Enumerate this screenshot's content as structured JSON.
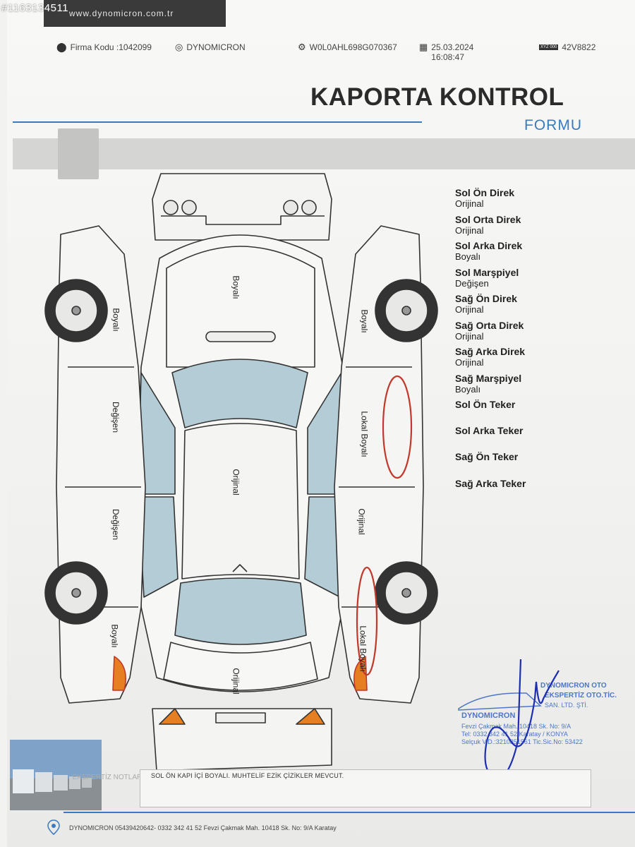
{
  "watermark_id": "#1163134511",
  "header": {
    "website": "www.dynomicron.com.tr",
    "firma_kodu": "Firma Kodu :1042099",
    "company": "DYNOMICRON",
    "vin": "W0L0AHL698G070367",
    "date": "25.03.2024",
    "time": "16:08:47",
    "plate": "42V8822",
    "plate_badge": "XYZ 000"
  },
  "title": "KAPORTA KONTROL",
  "subtitle": "FORMU",
  "parts": {
    "hood": "Boyalı",
    "roof": "Orijinal",
    "trunk": "Orijinal",
    "left_front_fender": "Boyalı",
    "left_front_door": "Değişen",
    "left_rear_door": "Değişen",
    "left_rear_fender": "Boyalı",
    "right_front_fender": "Boyalı",
    "right_front_door": "Lokal Boyalı",
    "right_rear_door": "Orijinal",
    "right_rear_fender": "Lokal Boyalı"
  },
  "legend": [
    {
      "label": "Sol Ön Direk",
      "value": "Orijinal"
    },
    {
      "label": "Sol Orta Direk",
      "value": "Orijinal"
    },
    {
      "label": "Sol Arka Direk",
      "value": "Boyalı"
    },
    {
      "label": "Sol Marşpiyel",
      "value": "Değişen"
    },
    {
      "label": "Sağ Ön Direk",
      "value": "Orijinal"
    },
    {
      "label": "Sağ Orta Direk",
      "value": "Orijinal"
    },
    {
      "label": "Sağ Arka Direk",
      "value": "Orijinal"
    },
    {
      "label": "Sağ Marşpiyel",
      "value": "Boyalı"
    },
    {
      "label": "Sol Ön Teker",
      "value": ""
    },
    {
      "label": "Sol Arka Teker",
      "value": ""
    },
    {
      "label": "Sağ Ön Teker",
      "value": ""
    },
    {
      "label": "Sağ Arka Teker",
      "value": ""
    }
  ],
  "notes_label": "EKSPERTİZ NOTLARI",
  "notes": "SOL ÖN KAPI İÇİ BOYALI. MUHTELİF EZİK ÇİZİKLER MEVCUT.",
  "stamp": {
    "line1": "DYNOMICRON OTO",
    "line2": "EKSPERTİZ OTO.TİC.",
    "line3": "SAN. LTD. ŞTİ.",
    "brand": "DYNOMICRON",
    "address1": "Fevzi Çakmak Mah. 10418 Sk. No: 9/A",
    "address2": "Tel: 0332 342 41 52  Karatay / KONYA",
    "tax": "Selçuk V.D.:3210851561 Tic.Sic.No: 53422"
  },
  "footer": "DYNOMICRON 05439420642- 0332 342 41 52 Fevzi Çakmak Mah. 10418 Sk. No: 9/A Karatay",
  "colors": {
    "accent": "#3a7bbf",
    "marker": "#c0392b",
    "glass": "#b4ccd6",
    "stamp": "#4d76c9"
  }
}
